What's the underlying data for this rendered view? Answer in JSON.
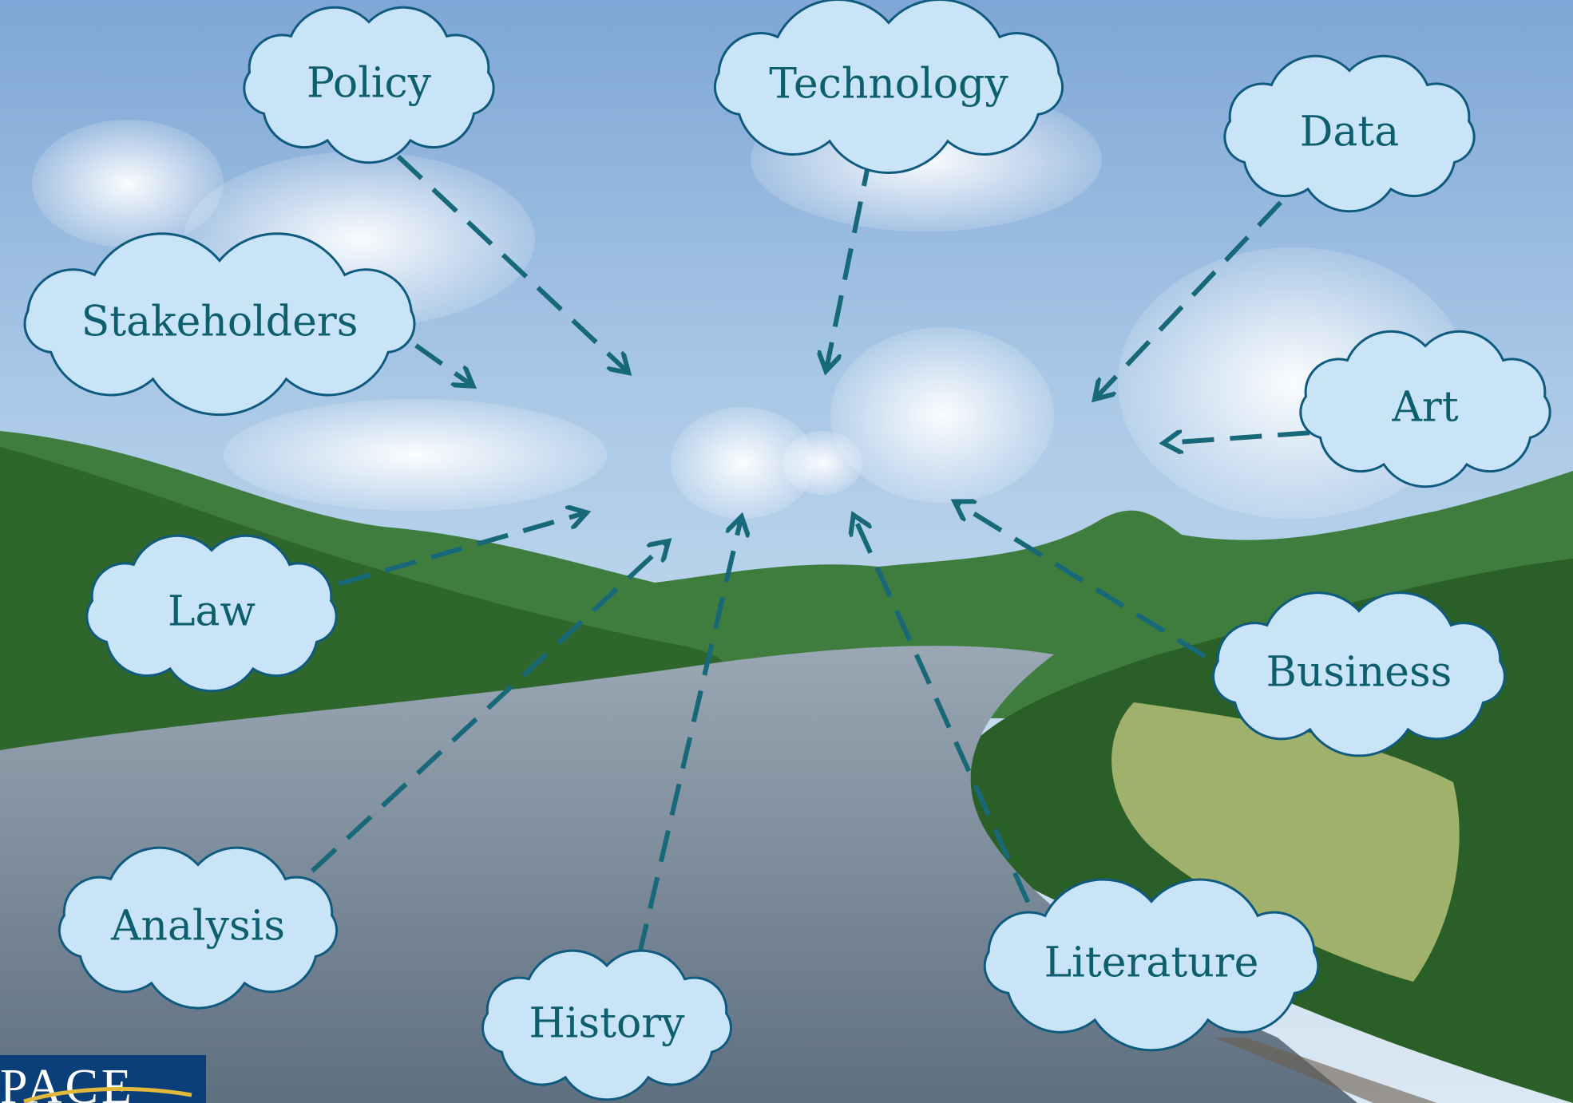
{
  "diagram": {
    "nodes": [
      {
        "id": "policy",
        "label": "Policy"
      },
      {
        "id": "technology",
        "label": "Technology"
      },
      {
        "id": "data",
        "label": "Data"
      },
      {
        "id": "stakeholders",
        "label": "Stakeholders"
      },
      {
        "id": "art",
        "label": "Art"
      },
      {
        "id": "law",
        "label": "Law"
      },
      {
        "id": "business",
        "label": "Business"
      },
      {
        "id": "analysis",
        "label": "Analysis"
      },
      {
        "id": "literature",
        "label": "Literature"
      },
      {
        "id": "history",
        "label": "History"
      }
    ],
    "edges_direction": "all arrows point toward center",
    "arrow_color": "#17697a",
    "cloud_fill": "#c9e3f7",
    "cloud_stroke": "#0f5a7f",
    "text_color": "#0e5f6e"
  },
  "background": {
    "description_colors": {
      "sky": "#a9c8e6",
      "water": "#6f8296",
      "hills": "#2f6b2f"
    }
  },
  "logo": {
    "text": "PACE",
    "bg_color": "#0b3f7a"
  }
}
